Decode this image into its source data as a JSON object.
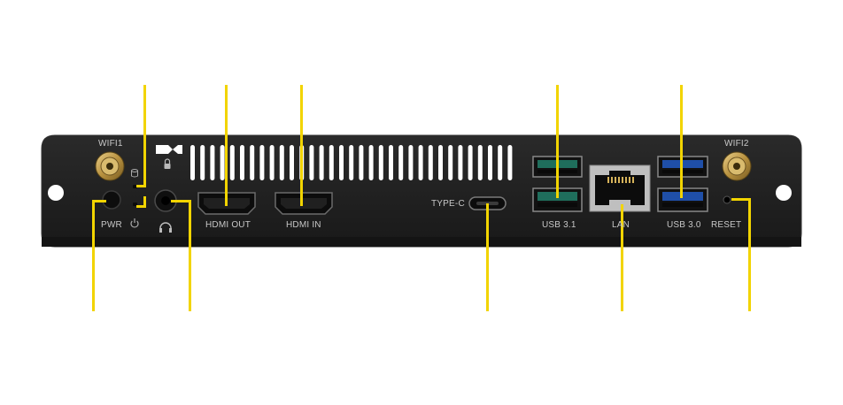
{
  "panel": {
    "labels": {
      "wifi1": "WIFI1",
      "wifi2": "WIFI2",
      "pwr": "PWR",
      "hdmi_out": "HDMI OUT",
      "hdmi_in": "HDMI IN",
      "type_c": "TYPE-C",
      "usb31": "USB 3.1",
      "lan": "LAN",
      "usb30": "USB 3.0",
      "reset": "RESET"
    }
  },
  "icons": {
    "lock": "lock-icon",
    "disk": "disk-activity-icon",
    "power": "power-icon",
    "headset": "headset-icon"
  },
  "colors": {
    "panel": "#1e1e1e",
    "callout": "#f2d400",
    "label": "#c8c8c8",
    "usb31": "#1f6e5c",
    "usb30": "#1f4fa8",
    "antenna": "#c9a654"
  }
}
